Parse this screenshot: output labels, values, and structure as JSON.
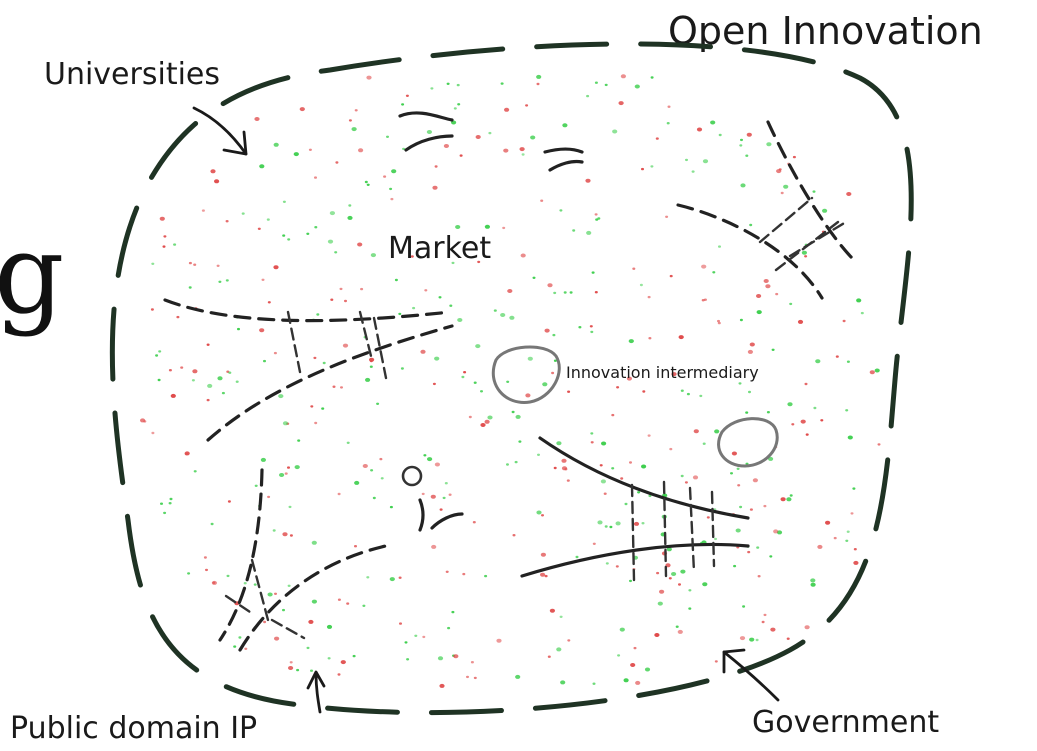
{
  "title": "Open Innovation",
  "partial_glyph": "g",
  "labels": {
    "universities": "Universities",
    "market": "Market",
    "intermediary": "Innovation intermediary",
    "public_domain": "Public domain IP",
    "government": "Government"
  },
  "colors": {
    "boundary": "#1f3324",
    "red_dots": "#e04a4a",
    "green_dots": "#3fcf4f",
    "blob_outline": "#777777"
  }
}
